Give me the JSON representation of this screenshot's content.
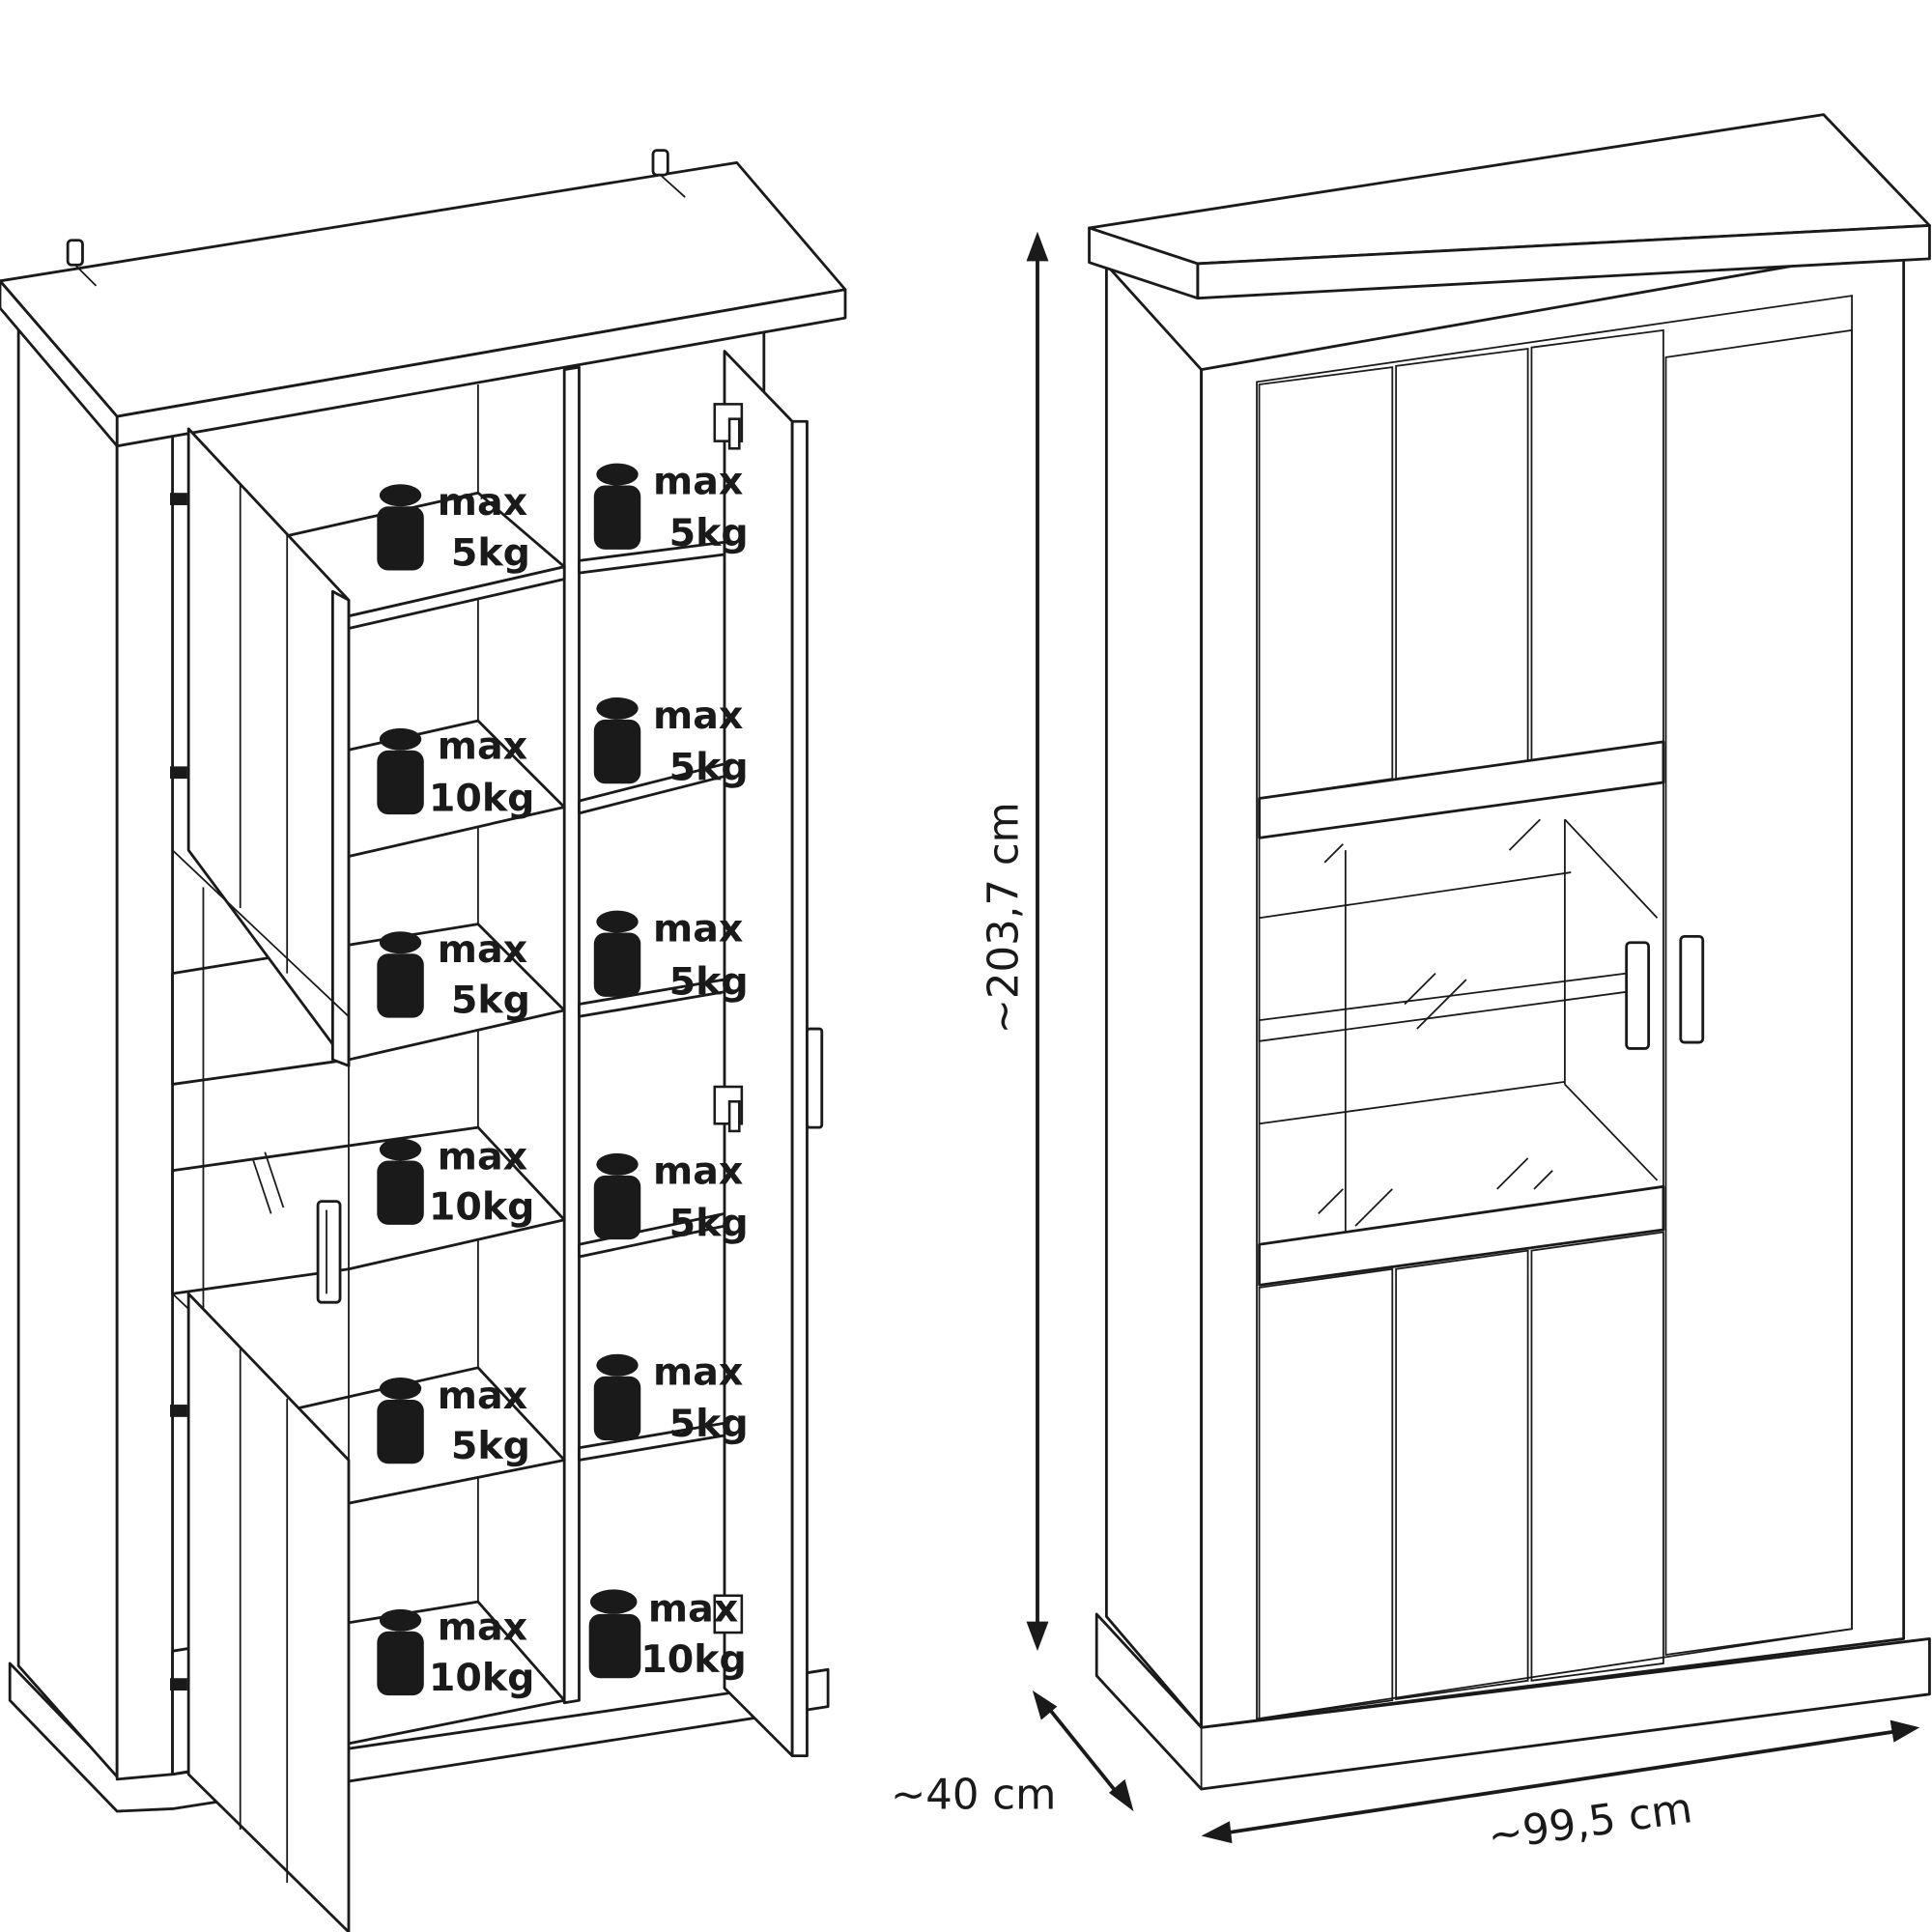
{
  "left_view": {
    "left_column_loads": [
      {
        "line1": "max",
        "line2": "5kg"
      },
      {
        "line1": "max",
        "line2": "10kg"
      },
      {
        "line1": "max",
        "line2": "5kg"
      },
      {
        "line1": "max",
        "line2": "10kg"
      },
      {
        "line1": "max",
        "line2": "5kg"
      },
      {
        "line1": "max",
        "line2": "10kg"
      }
    ],
    "right_column_loads": [
      {
        "line1": "max",
        "line2": "5kg"
      },
      {
        "line1": "max",
        "line2": "5kg"
      },
      {
        "line1": "max",
        "line2": "5kg"
      },
      {
        "line1": "max",
        "line2": "5kg"
      },
      {
        "line1": "max",
        "line2": "5kg"
      },
      {
        "line1": "max",
        "line2": "10kg"
      }
    ],
    "weight_icon": "weight-icon"
  },
  "dimensions": {
    "height": "~203,7 cm",
    "depth": "~40 cm",
    "width": "~99,5 cm"
  }
}
